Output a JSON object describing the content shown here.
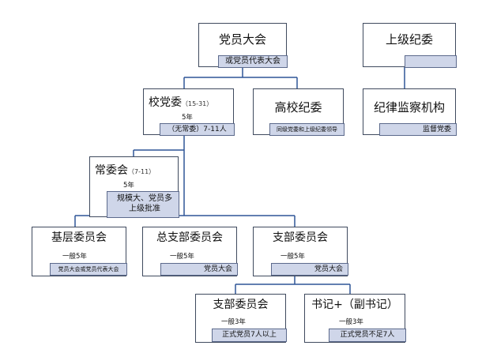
{
  "nodes": {
    "party_congress": {
      "title": "党员大会",
      "tag": "或党员代表大会"
    },
    "upper_discipline": {
      "title": "上级纪委",
      "tag": ""
    },
    "school_committee": {
      "title": "校党委",
      "sub": "（15-31）",
      "term": "5年",
      "tag": "（无常委）7-11人"
    },
    "college_discipline": {
      "title": "高校纪委",
      "tag": "同级党委和上级纪委领导"
    },
    "discipline_agency": {
      "title": "纪律监察机构",
      "tag": "监督党委"
    },
    "standing_committee": {
      "title": "常委会",
      "sub": "（7-11）",
      "term": "5年",
      "tag": "规模大、党员多上级批准"
    },
    "grassroots_committee": {
      "title": "基层委员会",
      "term": "一般5年",
      "tag": "党员大会或党员代表大会"
    },
    "general_branch_committee": {
      "title": "总支部委员会",
      "term": "一般5年",
      "tag": "党员大会"
    },
    "branch_committee": {
      "title": "支部委员会",
      "term": "一般5年",
      "tag": "党员大会"
    },
    "branch_committee_small": {
      "title": "支部委员会",
      "term": "一般3年",
      "tag": "正式党员7人以上"
    },
    "secretary": {
      "title": "书记+（副书记）",
      "term": "一般3年",
      "tag": "正式党员不足7人"
    }
  }
}
